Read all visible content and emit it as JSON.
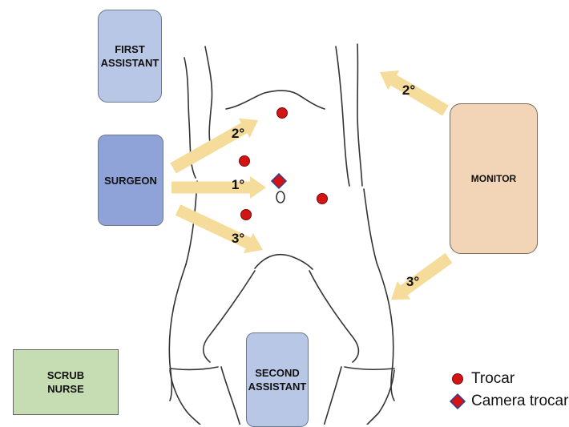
{
  "roles": {
    "first_assistant": [
      "FIRST",
      "ASSISTANT"
    ],
    "surgeon": [
      "SURGEON"
    ],
    "monitor": [
      "MONITOR"
    ],
    "scrub_nurse": [
      "SCRUB",
      "NURSE"
    ],
    "second_assistant": [
      "SECOND",
      "ASSISTANT"
    ]
  },
  "arrow_labels": {
    "surgeon_upper": "2°",
    "surgeon_middle": "1°",
    "surgeon_lower": "3°",
    "monitor_upper": "2°",
    "monitor_lower": "3°"
  },
  "legend": {
    "trocar": "Trocar",
    "camera_trocar": "Camera trocar"
  },
  "colors": {
    "arrow": "#f6dc9a",
    "trocar": "#d41414",
    "camera_trocar_fill": "#d41414",
    "camera_trocar_border": "#2a3f99",
    "surgeon_box": "#8fa3d8",
    "assistant_box": "#b8c7e6",
    "monitor_box": "#f2d4b6",
    "scrub_nurse_box": "#c6ddb3"
  }
}
